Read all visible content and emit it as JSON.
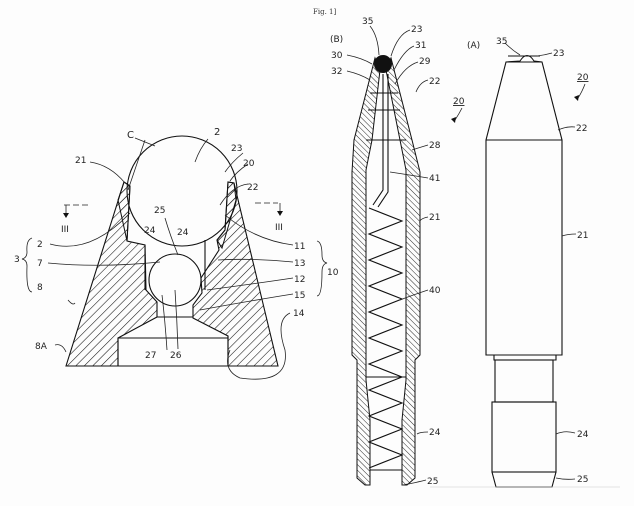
{
  "figure_title": "Fig. 1]",
  "left_view": {
    "section_marker_left": "III",
    "section_marker_right": "III",
    "labels": {
      "c": "C",
      "ball": "2",
      "l21": "21",
      "l23": "23",
      "l20": "20",
      "l22": "22",
      "l25": "25",
      "l24a": "24",
      "l24b": "24",
      "l2": "2",
      "l7": "7",
      "l8": "8",
      "l3": "3",
      "l8A": "8A",
      "l11": "11",
      "l13": "13",
      "l12": "12",
      "l15": "15",
      "l14": "14",
      "l10": "10",
      "l27": "27",
      "l26": "26"
    }
  },
  "view_b": {
    "title": "(B)",
    "ref": "20",
    "labels": {
      "l35": "35",
      "l23": "23",
      "l30": "30",
      "l31": "31",
      "l32": "32",
      "l29": "29",
      "l22": "22",
      "l28": "28",
      "l41": "41",
      "l21": "21",
      "l40": "40",
      "l24": "24",
      "l25": "25"
    }
  },
  "view_a": {
    "title": "(A)",
    "ref": "20",
    "labels": {
      "l35": "35",
      "l23": "23",
      "l22": "22",
      "l21": "21",
      "l24": "24",
      "l25": "25"
    }
  },
  "colors": {
    "ink": "#111111",
    "paper": "#fdfdfd"
  }
}
